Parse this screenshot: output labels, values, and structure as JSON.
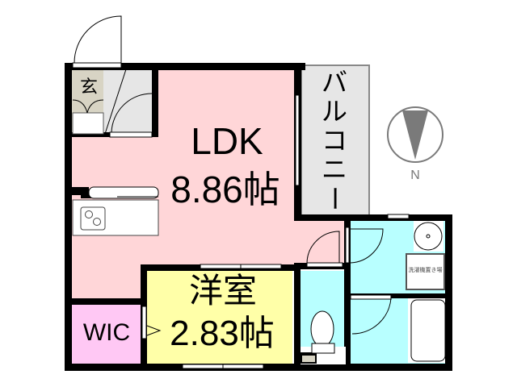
{
  "floorplan": {
    "rooms": {
      "entrance": {
        "label": "玄"
      },
      "ldk": {
        "name": "LDK",
        "size": "8.86帖"
      },
      "balcony": {
        "label": "バルコニー",
        "chars": [
          "バ",
          "ル",
          "コ",
          "ニ",
          "ー"
        ]
      },
      "western_room": {
        "name": "洋室",
        "size": "2.83帖"
      },
      "wic": {
        "label": "WIC"
      },
      "washroom": {
        "laundry_label": "洗濯機置き場"
      }
    },
    "compass": {
      "label": "N"
    },
    "colors": {
      "ldk": "#ffd6d8",
      "western_room": "#ffffa8",
      "wic": "#ffc8f4",
      "wet_area": "#b8ffff",
      "balcony": "#e6e6e6",
      "entrance_floor": "#d8d4c4",
      "wall": "#000000",
      "compass": "#7a7a7a"
    }
  }
}
